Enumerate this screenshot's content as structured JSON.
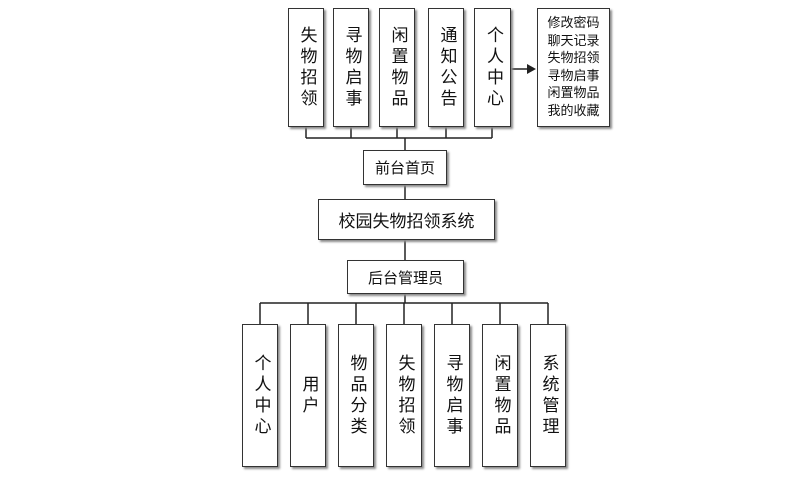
{
  "top_modules": [
    "失物招领",
    "寻物启事",
    "闲置物品",
    "通知公告",
    "个人中心"
  ],
  "personal_center_items": [
    "修改密码",
    "聊天记录",
    "失物招领",
    "寻物启事",
    "闲置物品",
    "我的收藏"
  ],
  "front_home": "前台首页",
  "system_title": "校园失物招领系统",
  "admin": "后台管理员",
  "bottom_modules": [
    "个人中心",
    "用户",
    "物品分类",
    "失物招领",
    "寻物启事",
    "闲置物品",
    "系统管理"
  ]
}
